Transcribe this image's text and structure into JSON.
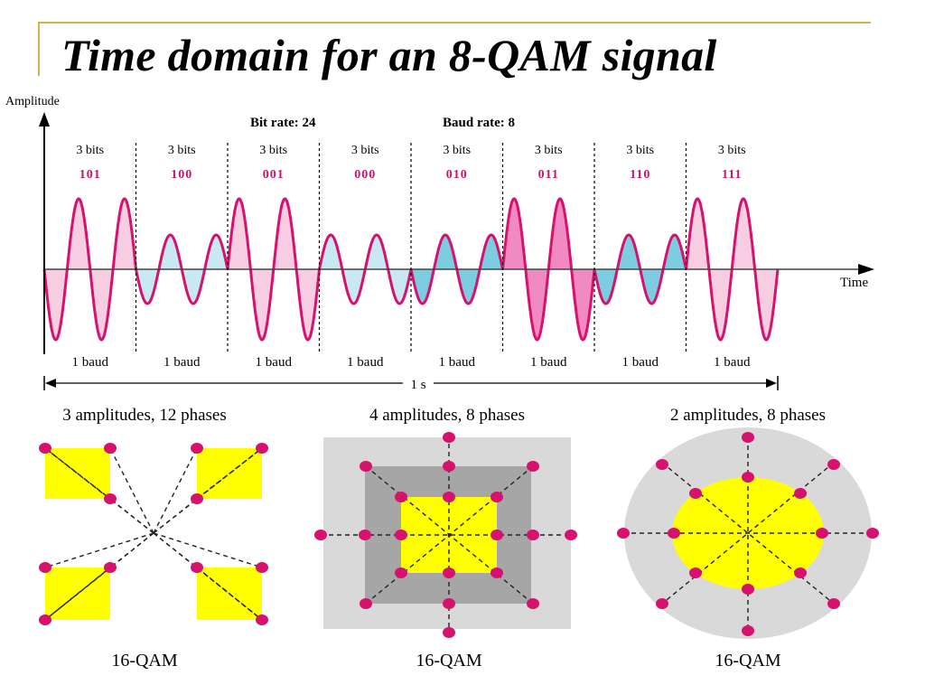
{
  "title": "Time domain for an 8-QAM signal",
  "time_domain": {
    "y_axis_label": "Amplitude",
    "x_axis_label": "Time",
    "bit_rate": "Bit rate: 24",
    "baud_rate": "Baud rate: 8",
    "duration_label": "1 s",
    "segments": [
      {
        "bits_label": "3 bits",
        "code": "101",
        "baud_label": "1 baud"
      },
      {
        "bits_label": "3 bits",
        "code": "100",
        "baud_label": "1 baud"
      },
      {
        "bits_label": "3 bits",
        "code": "001",
        "baud_label": "1 baud"
      },
      {
        "bits_label": "3 bits",
        "code": "000",
        "baud_label": "1 baud"
      },
      {
        "bits_label": "3 bits",
        "code": "010",
        "baud_label": "1 baud"
      },
      {
        "bits_label": "3 bits",
        "code": "011",
        "baud_label": "1 baud"
      },
      {
        "bits_label": "3 bits",
        "code": "110",
        "baud_label": "1 baud"
      },
      {
        "bits_label": "3 bits",
        "code": "111",
        "baud_label": "1 baud"
      }
    ]
  },
  "constellations": [
    {
      "caption": "3 amplitudes, 12 phases",
      "name": "16-QAM"
    },
    {
      "caption": "4 amplitudes, 8 phases",
      "name": "16-QAM"
    },
    {
      "caption": "2 amplitudes, 8 phases",
      "name": "16-QAM"
    }
  ],
  "colors": {
    "magenta": "#d6126e",
    "code_magenta": "#c8146e",
    "pink_fill": "#f7cde1",
    "pink_dark": "#f08ac0",
    "cyan_light": "#c9e9f2",
    "cyan_mid": "#7ccde0",
    "cyan_dark": "#27aac8",
    "yellow": "#ffff00",
    "gray_light": "#d9d9d9",
    "gray_mid": "#a6a6a6",
    "frame_gold": "#d4b44a"
  }
}
